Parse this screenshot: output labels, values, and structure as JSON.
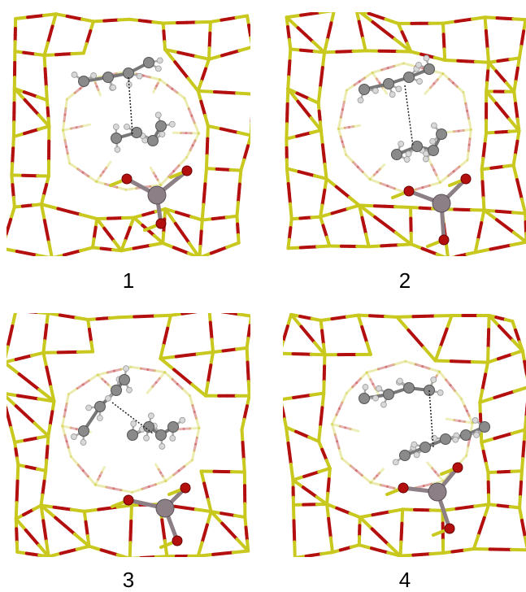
{
  "panels": [
    {
      "label": "1"
    },
    {
      "label": "2"
    },
    {
      "label": "3"
    },
    {
      "label": "4"
    }
  ],
  "colors": {
    "silicon": "#c8c81e",
    "oxygen": "#b40f0f",
    "carbon": "#8a8a8a",
    "hydrogen": "#d8d8d8",
    "metal": "#8c7f86",
    "background": "#ffffff"
  }
}
